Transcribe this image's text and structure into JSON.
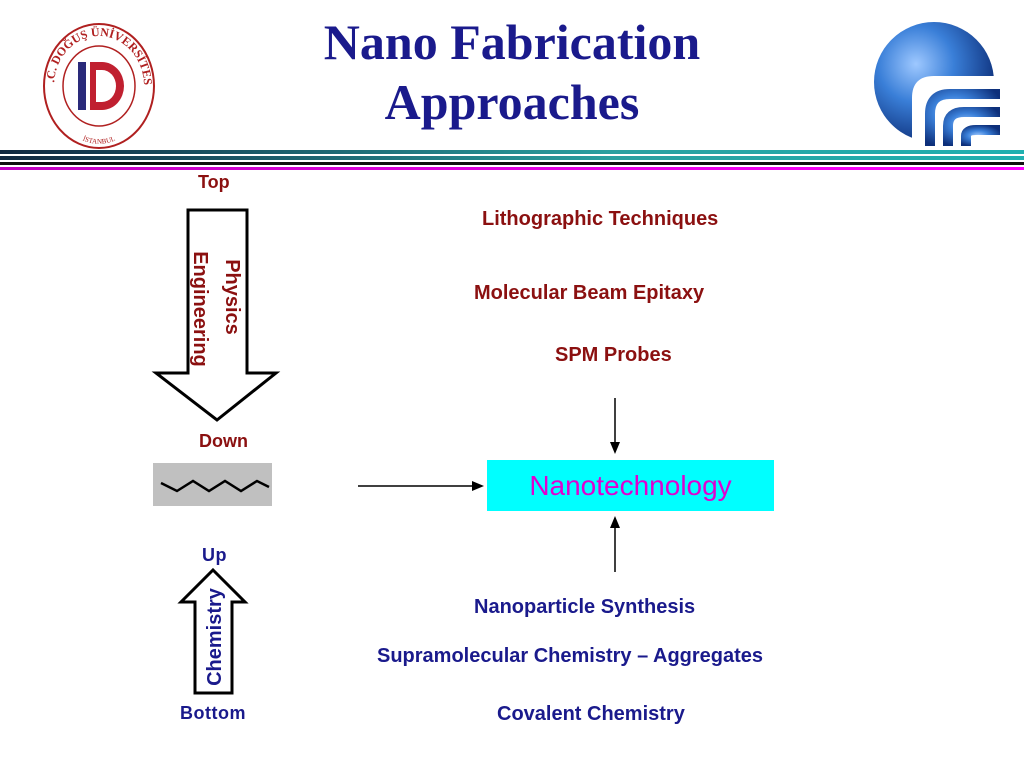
{
  "title_line1": "Nano Fabrication",
  "title_line2": "Approaches",
  "logo_left": {
    "text_top": "T.C. DOĞUŞ ÜNİVERSİTESİ",
    "text_bottom": "İSTANBUL",
    "letter": "D"
  },
  "labels": {
    "top": "Top",
    "down": "Down",
    "up": "Up",
    "bottom": "Bottom",
    "physics": "Physics",
    "engineering": "Engineering",
    "chemistry": "Chemistry"
  },
  "top_down_items": [
    "Lithographic Techniques",
    "Molecular Beam Epitaxy",
    "SPM Probes"
  ],
  "center": "Nanotechnology",
  "bottom_up_items": [
    "Nanoparticle Synthesis",
    "Supramolecular Chemistry – Aggregates",
    "Covalent Chemistry"
  ],
  "colors": {
    "title": "#1a1a8c",
    "label_red": "#8b1010",
    "box_bg": "#00ffff",
    "box_text": "#e000d0"
  }
}
